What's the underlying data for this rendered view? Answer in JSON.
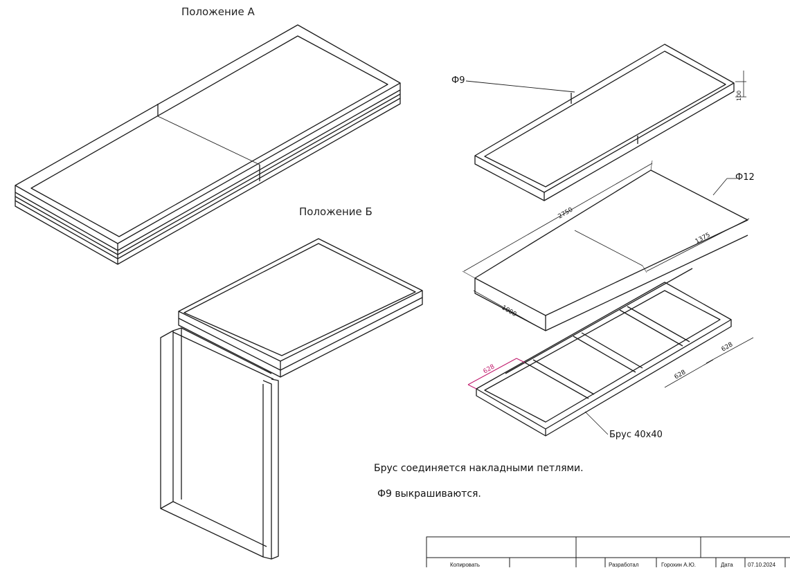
{
  "views": {
    "position_a": "Положение А",
    "position_b": "Положение Б"
  },
  "annotations": {
    "f9": "Ф9",
    "f12": "Ф12",
    "height": "100",
    "length": "2750",
    "half_length": "1375",
    "width": "1000",
    "frame_cell_a": "628",
    "frame_cell_b": "628",
    "frame_cell_c": "628",
    "beam": "Брус 40x40"
  },
  "notes": {
    "line1": "Брус соединяется накладными петлями.",
    "line2": "Ф9 выкрашиваются."
  },
  "title_block": {
    "approved_label": "Копировать",
    "developer_label": "Разработал",
    "developer_name": "Горохин А.Ю.",
    "date_label": "Дата",
    "date_value": "07.10.2024"
  },
  "colors": {
    "line": "#1a1a1a",
    "accent_dimension": "#c0186b"
  }
}
